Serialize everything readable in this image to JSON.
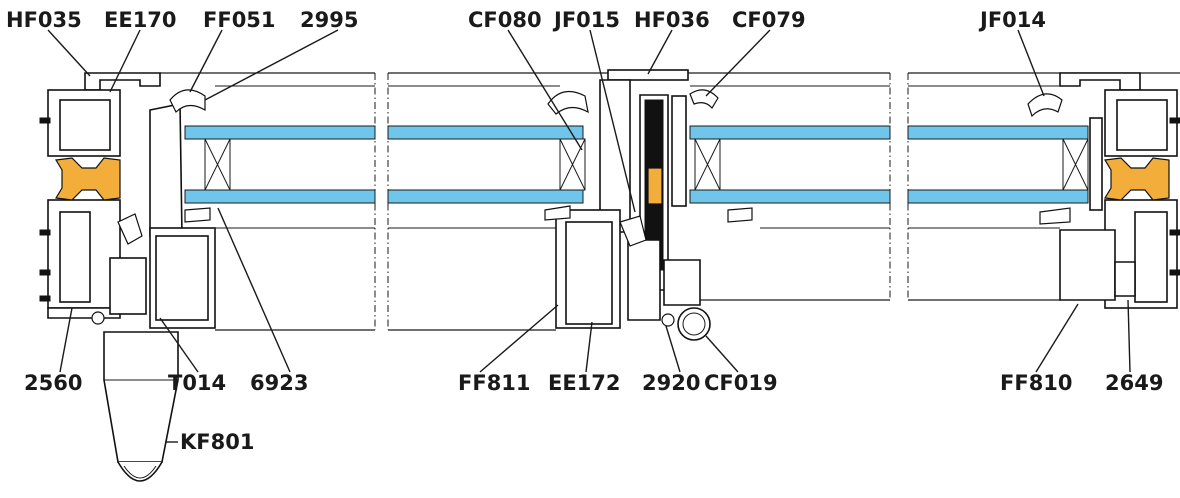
{
  "colors": {
    "glass": "#6fc6ea",
    "thermal_break": "#f2ad3a",
    "profile": "#111111",
    "background": "#ffffff"
  },
  "labels": {
    "HF035": "HF035",
    "EE170": "EE170",
    "FF051": "FF051",
    "2995": "2995",
    "CF080": "CF080",
    "JF015": "JF015",
    "HF036": "HF036",
    "CF079": "CF079",
    "JF014": "JF014",
    "2560": "2560",
    "T014": "T014",
    "6923": "6923",
    "KF801": "KF801",
    "FF811": "FF811",
    "EE172": "EE172",
    "2920": "2920",
    "CF019": "CF019",
    "FF810": "FF810",
    "2649": "2649"
  }
}
